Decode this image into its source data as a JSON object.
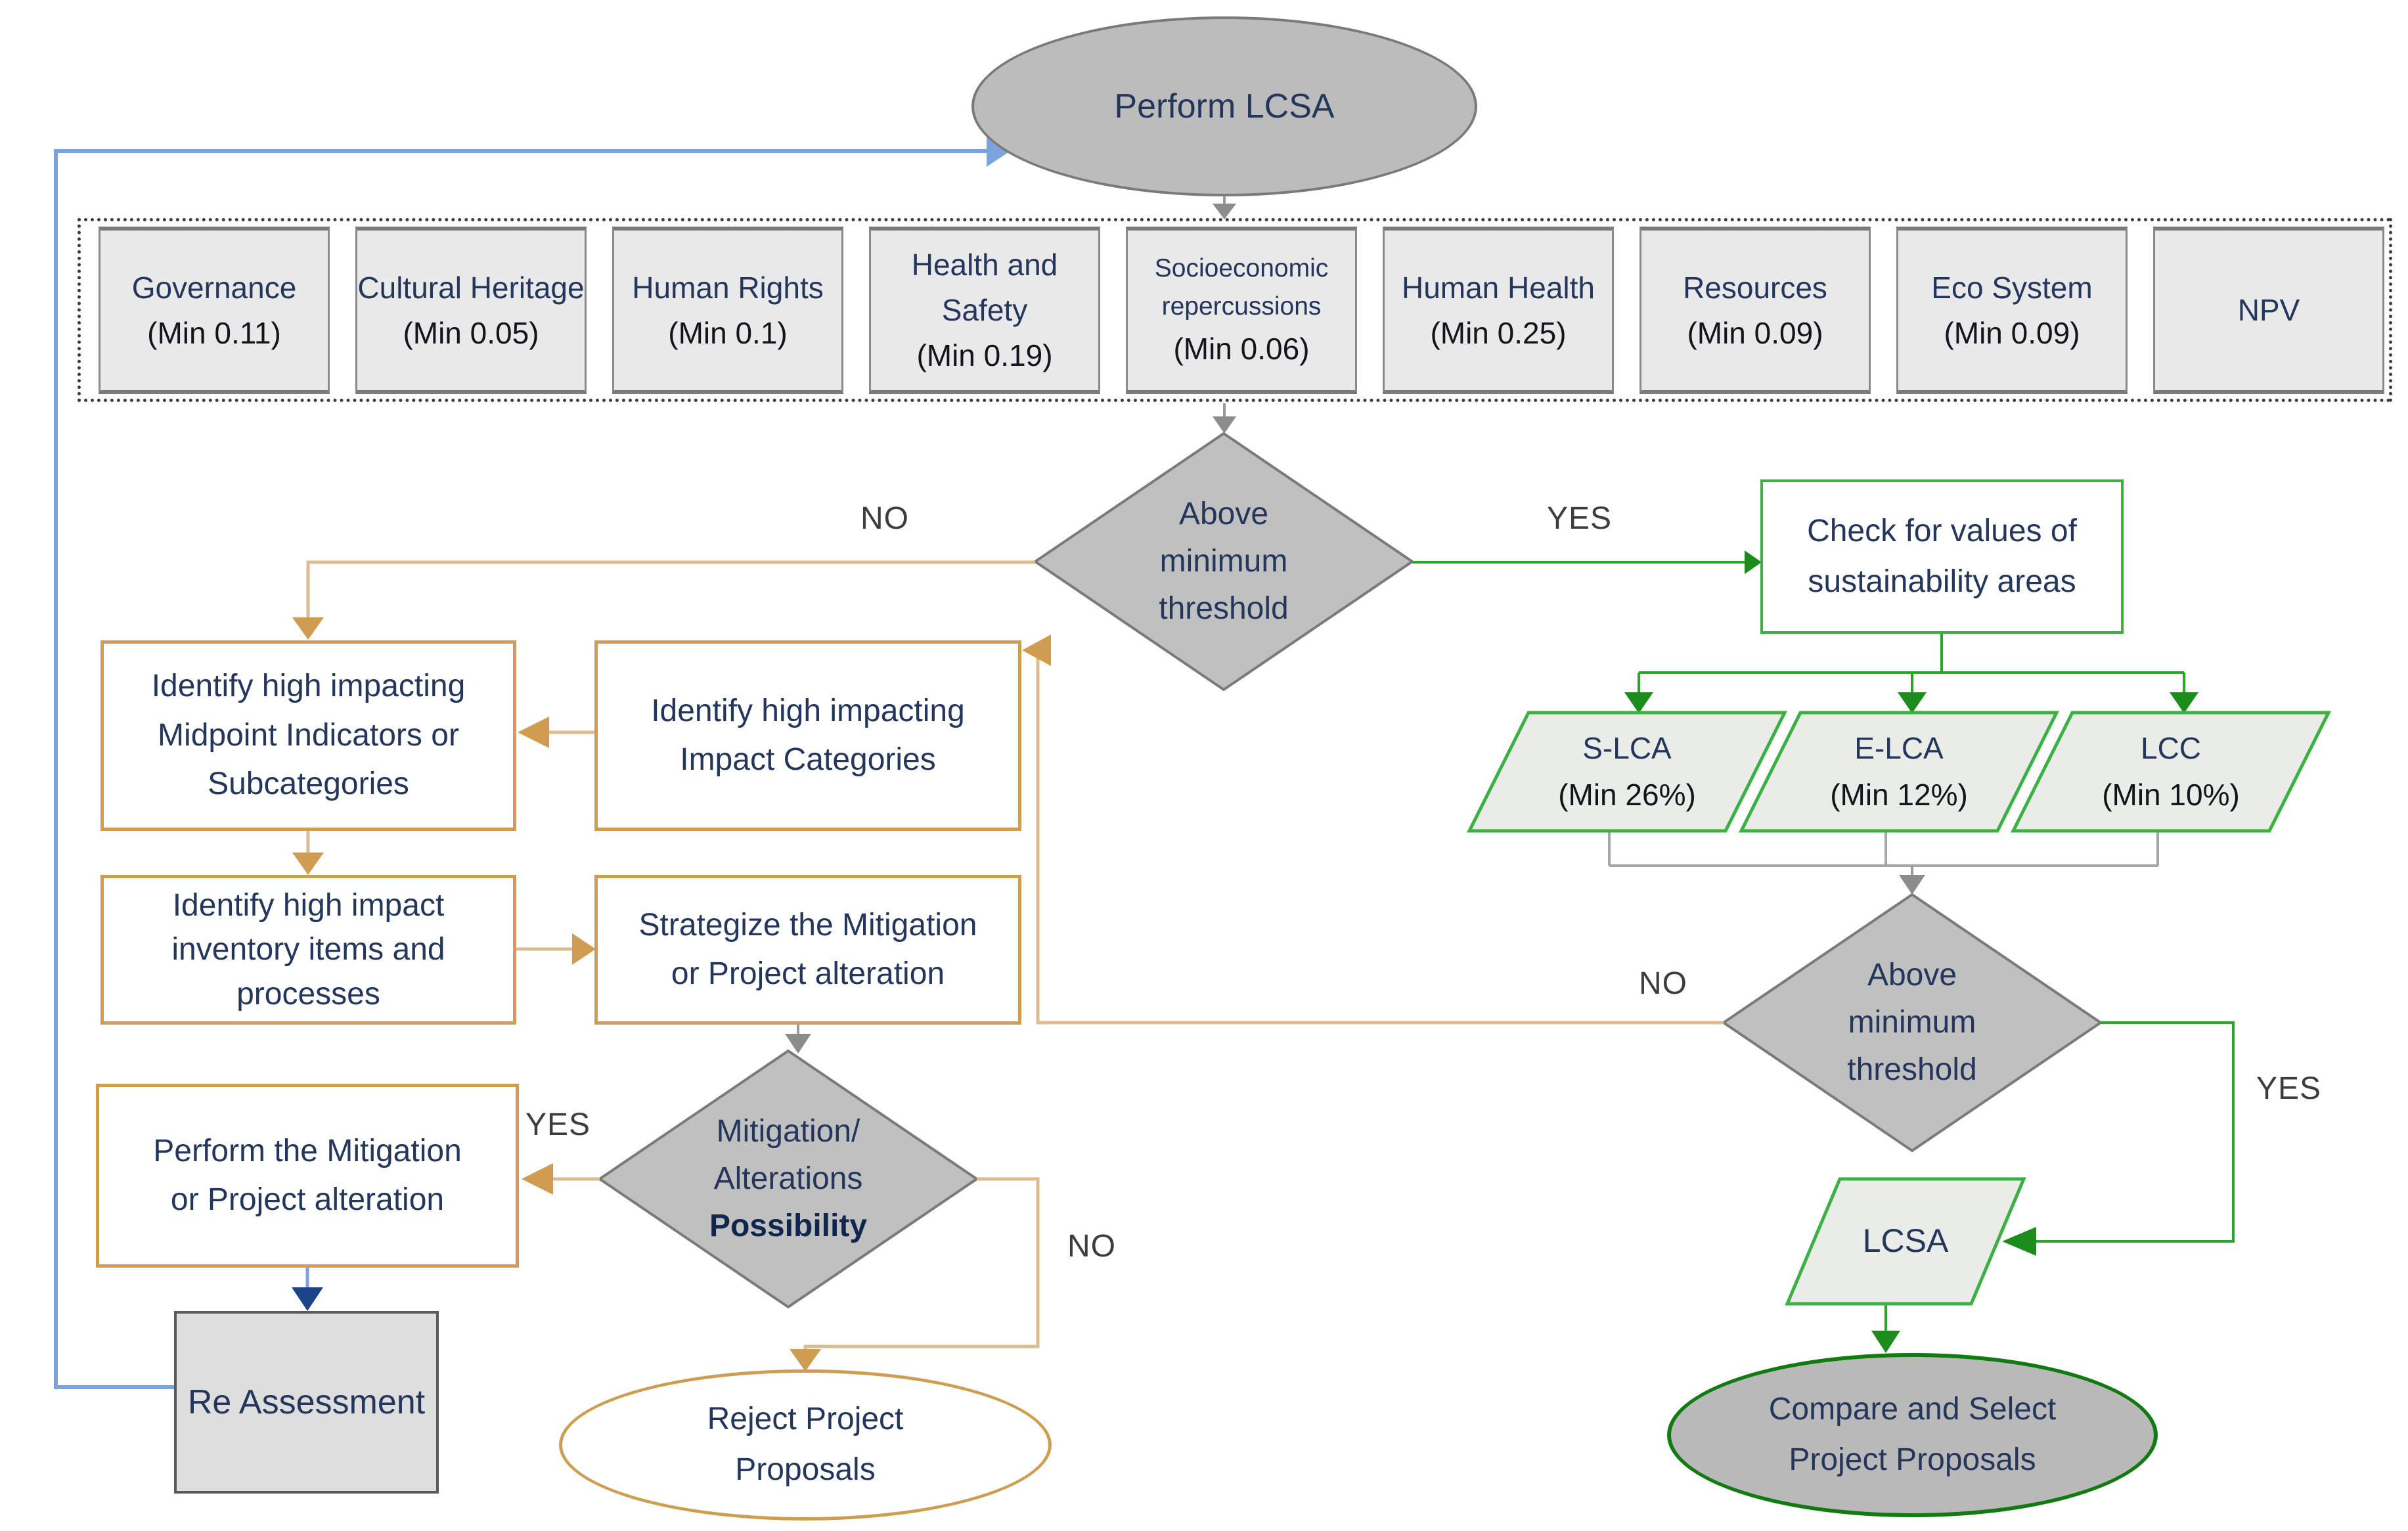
{
  "diagram": {
    "title": "LCSA decision flowchart",
    "start": {
      "label": "Perform LCSA"
    },
    "categories": [
      {
        "label": "Governance",
        "min": "(Min 0.11)"
      },
      {
        "label": "Cultural Heritage",
        "min": "(Min 0.05)"
      },
      {
        "label": "Human Rights",
        "min": "(Min 0.1)"
      },
      {
        "label": "Health and Safety",
        "min": "(Min 0.19)"
      },
      {
        "label": "Socioeconomic repercussions",
        "min": "(Min 0.06)"
      },
      {
        "label": "Human Health",
        "min": "(Min 0.25)"
      },
      {
        "label": "Resources",
        "min": "(Min 0.09)"
      },
      {
        "label": "Eco System",
        "min": "(Min 0.09)"
      },
      {
        "label": "NPV",
        "min": ""
      }
    ],
    "decision_threshold_1": {
      "line1": "Above",
      "line2": "minimum",
      "line3": "threshold",
      "yes": "YES",
      "no": "NO"
    },
    "check_values": {
      "line1": "Check for values of",
      "line2": "sustainability areas"
    },
    "sustainability_areas": [
      {
        "label": "S-LCA",
        "min": "(Min 26%)"
      },
      {
        "label": "E-LCA",
        "min": "(Min 12%)"
      },
      {
        "label": "LCC",
        "min": "(Min 10%)"
      }
    ],
    "decision_threshold_2": {
      "line1": "Above",
      "line2": "minimum",
      "line3": "threshold",
      "yes": "YES",
      "no": "NO"
    },
    "lcsa": {
      "label": "LCSA"
    },
    "compare_select": {
      "line1": "Compare and Select",
      "line2": "Project Proposals"
    },
    "identify_midpoint": {
      "line1": "Identify high impacting",
      "line2": "Midpoint Indicators or",
      "line3": "Subcategories"
    },
    "identify_impact": {
      "line1": "Identify high impacting",
      "line2": "Impact Categories"
    },
    "identify_inventory": {
      "line1": "Identify high impact",
      "line2": "inventory items and",
      "line3": "processes"
    },
    "strategize": {
      "line1": "Strategize the Mitigation",
      "line2": "or Project alteration"
    },
    "decision_mitigation": {
      "line1": "Mitigation/",
      "line2": "Alterations",
      "line3": "Possibility",
      "yes": "YES",
      "no": "NO"
    },
    "perform_mitigation": {
      "line1": "Perform the Mitigation",
      "line2": "or Project alteration"
    },
    "reassessment": {
      "label": "Re Assessment"
    },
    "reject": {
      "line1": "Reject Project",
      "line2": "Proposals"
    },
    "colors": {
      "shape_gray_fill": "#c0c0c0",
      "shape_gray_border": "#7a7a7a",
      "box_gray_fill": "#e9e9e9",
      "orange_accent": "#cf9d52",
      "orange_line": "#ddbc92",
      "green_accent": "#2aa52a",
      "green_border": "#3cb043",
      "dark_green": "#117a11",
      "blue_line": "#7ba3dd",
      "dark_blue_arrow": "#1c4587",
      "text_navy": "#24365c"
    }
  }
}
